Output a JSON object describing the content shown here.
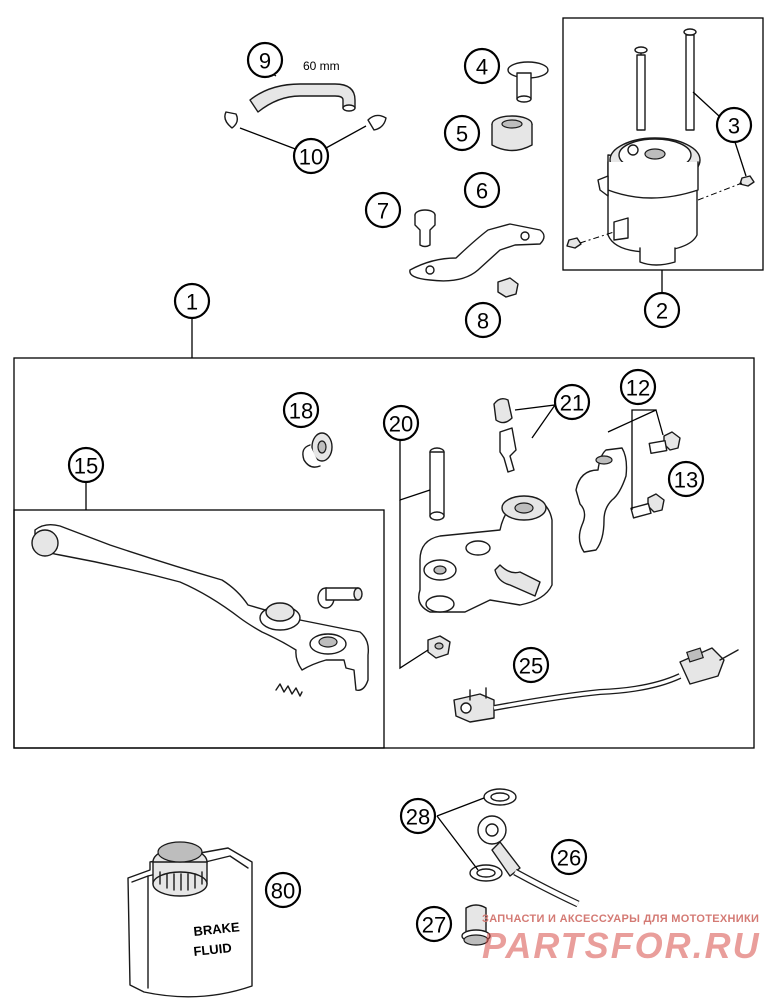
{
  "diagram": {
    "callouts": [
      {
        "id": "c1",
        "label": "1"
      },
      {
        "id": "c2",
        "label": "2"
      },
      {
        "id": "c3",
        "label": "3"
      },
      {
        "id": "c4",
        "label": "4"
      },
      {
        "id": "c5",
        "label": "5"
      },
      {
        "id": "c6",
        "label": "6"
      },
      {
        "id": "c7",
        "label": "7"
      },
      {
        "id": "c8",
        "label": "8"
      },
      {
        "id": "c9",
        "label": "9"
      },
      {
        "id": "c10",
        "label": "10"
      },
      {
        "id": "c12",
        "label": "12"
      },
      {
        "id": "c13",
        "label": "13"
      },
      {
        "id": "c15",
        "label": "15"
      },
      {
        "id": "c18",
        "label": "18"
      },
      {
        "id": "c20",
        "label": "20"
      },
      {
        "id": "c21",
        "label": "21"
      },
      {
        "id": "c25",
        "label": "25"
      },
      {
        "id": "c26",
        "label": "26"
      },
      {
        "id": "c27",
        "label": "27"
      },
      {
        "id": "c28",
        "label": "28"
      },
      {
        "id": "c80",
        "label": "80"
      }
    ],
    "hose_length_label": "60 mm",
    "can_label_line1": "BRAKE",
    "can_label_line2": "FLUID"
  },
  "watermark": {
    "tagline": "ЗАПЧАСТИ И АКСЕССУАРЫ ДЛЯ МОТОТЕХНИКИ",
    "brand": "PARTSFOR.RU",
    "color": "#d8504a"
  }
}
